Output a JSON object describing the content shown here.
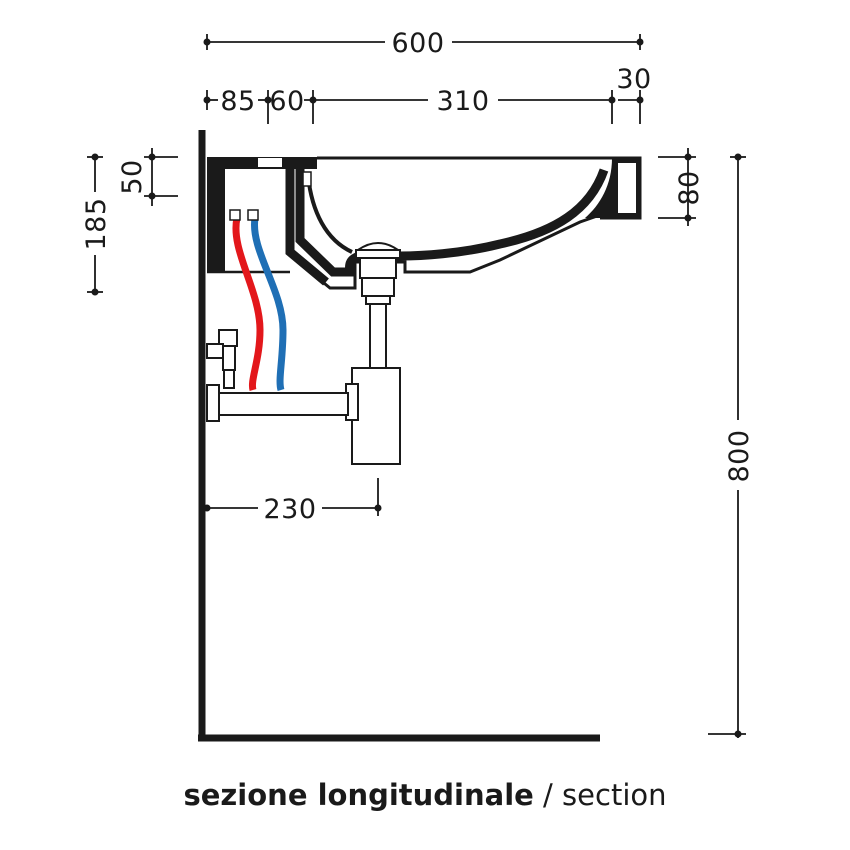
{
  "dimensions": {
    "total_width": "600",
    "back_offset": "85",
    "overflow_offset": "60",
    "bowl_width": "310",
    "front_lip": "30",
    "rim_height": "50",
    "basin_height": "185",
    "front_height": "80",
    "mount_height": "800",
    "trap_distance": "230"
  },
  "caption": {
    "italian": "sezione longitudinale",
    "separator": "/",
    "english": "section"
  },
  "colors": {
    "line": "#1a1a1a",
    "hot_pipe": "#e3171b",
    "cold_pipe": "#1f6fb5",
    "background": "#ffffff"
  }
}
